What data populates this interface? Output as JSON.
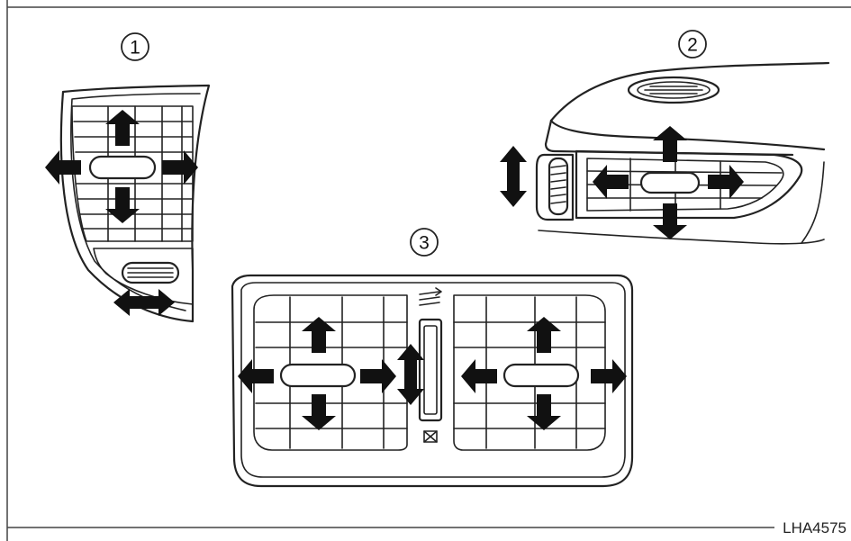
{
  "callouts": [
    {
      "label": "1"
    },
    {
      "label": "2"
    },
    {
      "label": "3"
    }
  ],
  "figure_code": "LHA4575",
  "colors": {
    "line": "#222222",
    "arrow": "#111111",
    "background": "#ffffff"
  }
}
